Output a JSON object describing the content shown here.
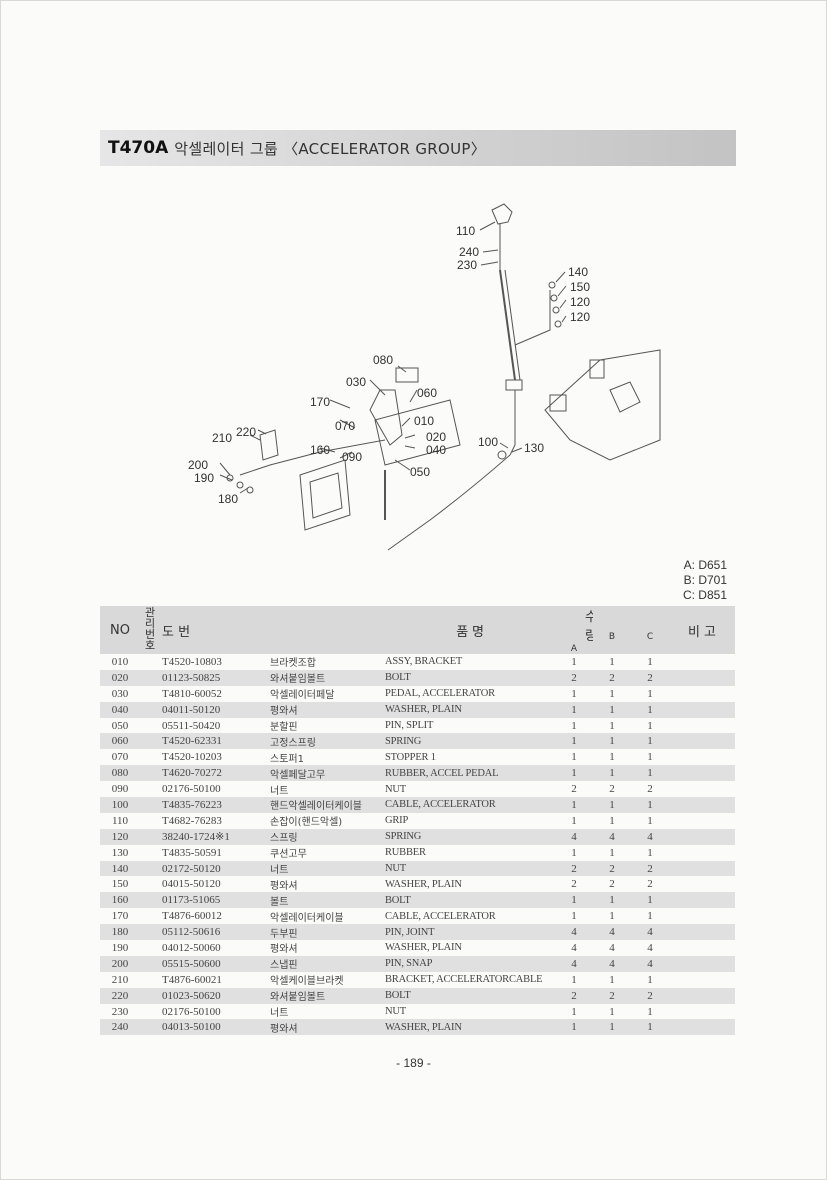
{
  "header": {
    "code": "T470A",
    "title": "악셀레이터 그룹 〈ACCELERATOR GROUP〉"
  },
  "diagram": {
    "callouts": [
      "110",
      "240",
      "230",
      "140",
      "150",
      "120",
      "120",
      "080",
      "030",
      "060",
      "170",
      "010",
      "070",
      "020",
      "220",
      "210",
      "160",
      "090",
      "040",
      "100",
      "130",
      "200",
      "190",
      "180",
      "050"
    ]
  },
  "variants": [
    "A: D651",
    "B: D701",
    "C: D851"
  ],
  "table": {
    "headers": {
      "no": "NO",
      "ref": "관리번호",
      "part_number": "도    번",
      "name": "품          명",
      "qty": "수    량",
      "qty_a": "A",
      "qty_b": "B",
      "qty_c": "C",
      "remarks": "비 고"
    },
    "rows": [
      {
        "no": "010",
        "pn": "T4520-10803",
        "kr": "브라켓조합",
        "en": "ASSY, BRACKET",
        "a": "1",
        "b": "1",
        "c": "1"
      },
      {
        "no": "020",
        "pn": "01123-50825",
        "kr": "와셔붙임볼트",
        "en": "BOLT",
        "a": "2",
        "b": "2",
        "c": "2"
      },
      {
        "no": "030",
        "pn": "T4810-60052",
        "kr": "악셀레이터페달",
        "en": "PEDAL, ACCELERATOR",
        "a": "1",
        "b": "1",
        "c": "1"
      },
      {
        "no": "040",
        "pn": "04011-50120",
        "kr": "평와셔",
        "en": "WASHER, PLAIN",
        "a": "1",
        "b": "1",
        "c": "1"
      },
      {
        "no": "050",
        "pn": "05511-50420",
        "kr": "분할핀",
        "en": "PIN, SPLIT",
        "a": "1",
        "b": "1",
        "c": "1"
      },
      {
        "no": "060",
        "pn": "T4520-62331",
        "kr": "고정스프링",
        "en": "SPRING",
        "a": "1",
        "b": "1",
        "c": "1"
      },
      {
        "no": "070",
        "pn": "T4520-10203",
        "kr": "스토퍼1",
        "en": "STOPPER 1",
        "a": "1",
        "b": "1",
        "c": "1"
      },
      {
        "no": "080",
        "pn": "T4620-70272",
        "kr": "악셀페달고무",
        "en": "RUBBER, ACCEL PEDAL",
        "a": "1",
        "b": "1",
        "c": "1"
      },
      {
        "no": "090",
        "pn": "02176-50100",
        "kr": "너트",
        "en": "NUT",
        "a": "2",
        "b": "2",
        "c": "2"
      },
      {
        "no": "100",
        "pn": "T4835-76223",
        "kr": "핸드악셀레이터케이블",
        "en": "CABLE, ACCELERATOR",
        "a": "1",
        "b": "1",
        "c": "1"
      },
      {
        "no": "110",
        "pn": "T4682-76283",
        "kr": "손잡이(핸드악셀)",
        "en": "GRIP",
        "a": "1",
        "b": "1",
        "c": "1"
      },
      {
        "no": "120",
        "pn": "38240-1724※1",
        "kr": "스프링",
        "en": "SPRING",
        "a": "4",
        "b": "4",
        "c": "4"
      },
      {
        "no": "130",
        "pn": "T4835-50591",
        "kr": "쿠션고무",
        "en": "RUBBER",
        "a": "1",
        "b": "1",
        "c": "1"
      },
      {
        "no": "140",
        "pn": "02172-50120",
        "kr": "너트",
        "en": "NUT",
        "a": "2",
        "b": "2",
        "c": "2"
      },
      {
        "no": "150",
        "pn": "04015-50120",
        "kr": "평와셔",
        "en": "WASHER, PLAIN",
        "a": "2",
        "b": "2",
        "c": "2"
      },
      {
        "no": "160",
        "pn": "01173-51065",
        "kr": "볼트",
        "en": "BOLT",
        "a": "1",
        "b": "1",
        "c": "1"
      },
      {
        "no": "170",
        "pn": "T4876-60012",
        "kr": "악셀레이터케이블",
        "en": "CABLE, ACCELERATOR",
        "a": "1",
        "b": "1",
        "c": "1"
      },
      {
        "no": "180",
        "pn": "05112-50616",
        "kr": "두부핀",
        "en": "PIN, JOINT",
        "a": "4",
        "b": "4",
        "c": "4"
      },
      {
        "no": "190",
        "pn": "04012-50060",
        "kr": "평와셔",
        "en": "WASHER, PLAIN",
        "a": "4",
        "b": "4",
        "c": "4"
      },
      {
        "no": "200",
        "pn": "05515-50600",
        "kr": "스냅핀",
        "en": "PIN, SNAP",
        "a": "4",
        "b": "4",
        "c": "4"
      },
      {
        "no": "210",
        "pn": "T4876-60021",
        "kr": "악셀케이블브라켓",
        "en": "BRACKET, ACCELERATORCABLE",
        "a": "1",
        "b": "1",
        "c": "1"
      },
      {
        "no": "220",
        "pn": "01023-50620",
        "kr": "와셔붙임볼트",
        "en": "BOLT",
        "a": "2",
        "b": "2",
        "c": "2"
      },
      {
        "no": "230",
        "pn": "02176-50100",
        "kr": "너트",
        "en": "NUT",
        "a": "1",
        "b": "1",
        "c": "1"
      },
      {
        "no": "240",
        "pn": "04013-50100",
        "kr": "평와셔",
        "en": "WASHER, PLAIN",
        "a": "1",
        "b": "1",
        "c": "1"
      }
    ]
  },
  "footer": {
    "page_number": "- 189 -"
  }
}
